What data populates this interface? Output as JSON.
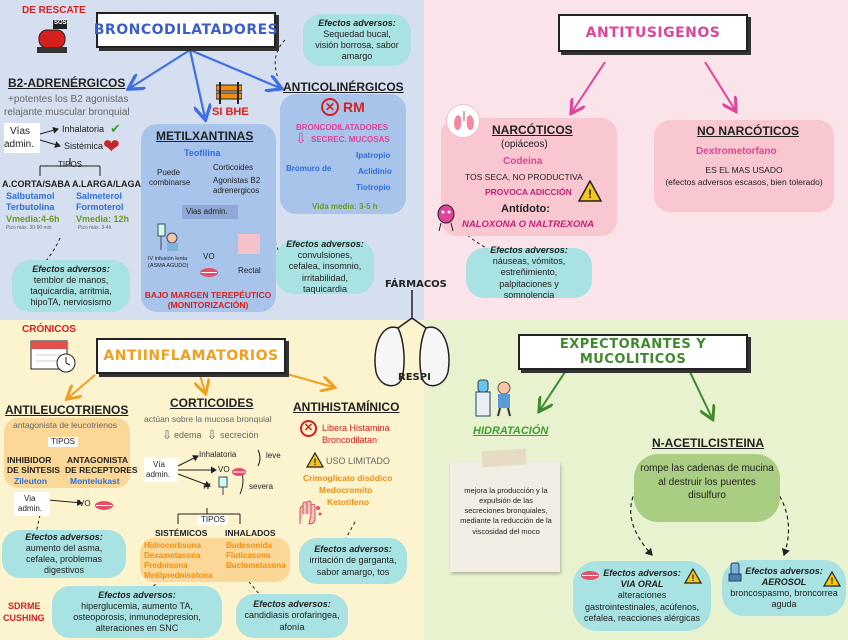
{
  "center": {
    "top_label": "FÁRMACOS",
    "bottom_label": "RESPI"
  },
  "colors": {
    "blue": "#3a5fc8",
    "pink": "#e0449a",
    "orange": "#f0a020",
    "green": "#3f8a2c",
    "cyan_bubble": "#a8e2e2"
  },
  "bronco": {
    "tag": "DE RESCATE",
    "siren_text": "SOS",
    "title": "BRONCODILATADORES",
    "b2": {
      "heading": "B2-ADRENÉRGICOS",
      "desc1": "+potentes los B2 agonistas",
      "desc2": "relajante muscular bronquial",
      "vias": "Vías",
      "admin": "admin.",
      "inh": "Inhalatoria",
      "sist": "Sistémica",
      "tipos": "TIPOS",
      "corta_title": "A.CORTA/SABA",
      "corta_1": "Salbutamol",
      "corta_2": "Terbutolina",
      "corta_vm": "Vmedia:4-6h",
      "corta_pico": "Pico máx. 30-90 min",
      "larga_title": "A.LARGA/LAGA",
      "larga_1": "Salmeterol",
      "larga_2": "Formoterol",
      "larga_vm": "Vmedia: 12h",
      "larga_pico": "Pico máx. 3-4h",
      "ea_title": "Efectos adversos:",
      "ea_text": "temblor de manos, taquicardia, arritmia, hipoTA, nerviosismo"
    },
    "metil": {
      "si_bhe": "SI BHE",
      "heading": "METILXANTINAS",
      "teofilina": "Teofilina",
      "puede": "Puede",
      "combinarse": "combinarse",
      "corticoides": "Corticoides",
      "agonistas_1": "Agonistas B2",
      "agonistas_2": "adrenergicos",
      "vias": "Vias admin.",
      "iv": "IV infusión lenta (ASMA AGUDO)",
      "vo": "VO",
      "rectal": "Rectal",
      "margen_1": "BAJO MARGEN TEREPÉUTICO",
      "margen_2": "(MONITORIZACIÓN)",
      "ea_title": "Efectos adversos:",
      "ea_text": "convulsiones, cefalea, insomnio, irritabilidad, taquicardia"
    },
    "anticol": {
      "ea_title": "Efectos adversos:",
      "ea_text": "Sequedad bucal, visión borrosa, sabor amargo",
      "heading": "ANTICOLINÉRGICOS",
      "rm": "RM",
      "bd_1": "BRONCODILATADORES",
      "bd_2": "SECREC. MUCOSAS",
      "bromuro": "Bromuro de",
      "d1": "Ipatropio",
      "d2": "Aclidinio",
      "d3": "Tiotropio",
      "vida": "Vida media: 3-5 h"
    }
  },
  "antitus": {
    "title": "ANTITUSIGENOS",
    "narc": {
      "heading": "NARCÓTICOS",
      "sub": "(opiáceos)",
      "drug": "Codeina",
      "tos": "TOS SECA, NO PRODUCTIVA",
      "adiccion": "PROVOCA ADICCIÓN",
      "antidoto": "Antídoto:",
      "antidoto_val": "NALOXONA O NALTREXONA",
      "ea_title": "Efectos adversos:",
      "ea_text": "náuseas, vómitos, estreñimiento, palpitaciones y somnolencia"
    },
    "nonarc": {
      "heading": "NO NARCÓTICOS",
      "drug": "Dextrometorfano",
      "desc1": "ES EL MAS USADO",
      "desc2": "(efectos adversos escasos, bien tolerado)"
    }
  },
  "antiinf": {
    "tag": "CRÓNICOS",
    "title": "ANTIINFLAMATORIOS",
    "leuco": {
      "heading": "ANTILEUCOTRIENOS",
      "sub": "antagonista de leucotrienos",
      "tipos": "TIPOS",
      "inh_1": "INHIBIDOR",
      "inh_2": "DE SÍNTESIS",
      "inh_drug": "Zileuton",
      "ant_1": "ANTAGONISTA",
      "ant_2": "DE RECEPTORES",
      "ant_drug": "Montelukast",
      "via": "Via",
      "admin": "admin.",
      "vo": "VO",
      "ea_title": "Efectos adversos:",
      "ea_text": "aumento del asma, cefalea, problemas digestivos"
    },
    "cortic": {
      "heading": "CORTICOIDES",
      "desc": "actúan sobre la mucosa bronquial",
      "edema": "edema",
      "secrecion": "secreción",
      "via": "Vía",
      "admin": "admin.",
      "inh": "Inhalatoria",
      "leve": "leve",
      "vo": "VO",
      "iv": "IV",
      "severa": "severa",
      "tipos": "TIPOS",
      "sist_title": "SISTÉMICOS",
      "sist_drugs": [
        "Hidrocortisona",
        "Dexametasona",
        "Prednisona",
        "Metilprednisolona"
      ],
      "inh_title": "INHALADOS",
      "inh_drugs": [
        "Budesonida",
        "Fluticasona",
        "Buclometasona"
      ],
      "sdrme_1": "SDRME",
      "sdrme_2": "CUSHING",
      "ea1_title": "Efectos adversos:",
      "ea1_text": "hiperglucemia, aumento TA, osteoporosis, inmunodepresion, alteraciones en SNC",
      "ea2_title": "Efectos adversos:",
      "ea2_text": "candidiasis orofaringea, afonía"
    },
    "antihist": {
      "heading": "ANTIHISTAMÍNICO",
      "libera_1": "Libera Histamina",
      "libera_2": "Broncodilatan",
      "uso": "USO LIMITADO",
      "d1": "Crimoglicato disódico",
      "d2": "Medocromito",
      "d3": "Ketotifeno",
      "ea_title": "Efectos adversos:",
      "ea_text": "irritación de garganta, sabor amargo, tos"
    }
  },
  "expect": {
    "title": "EXPECTORANTES Y MUCOLITICOS",
    "hidr_heading": "HIDRATACIÓN",
    "hidr_text": "mejora la producción y la expulsión de las secreciones bronquiales, mediante la reducción de la viscosidad del moco",
    "nac_heading": "N-ACETILCISTEINA",
    "nac_text": "rompe las cadenas de mucina al destruir los puentes disulfuro",
    "ea1_title": "Efectos adversos:",
    "ea1_via": "VIA ORAL",
    "ea1_text": "alteraciones gastrointestinales, acúfenos, cefalea, reacciones alérgicas",
    "ea2_title": "Efectos adversos:",
    "ea2_via": "AEROSOL",
    "ea2_text": "broncospasmo, broncorrea aguda"
  }
}
